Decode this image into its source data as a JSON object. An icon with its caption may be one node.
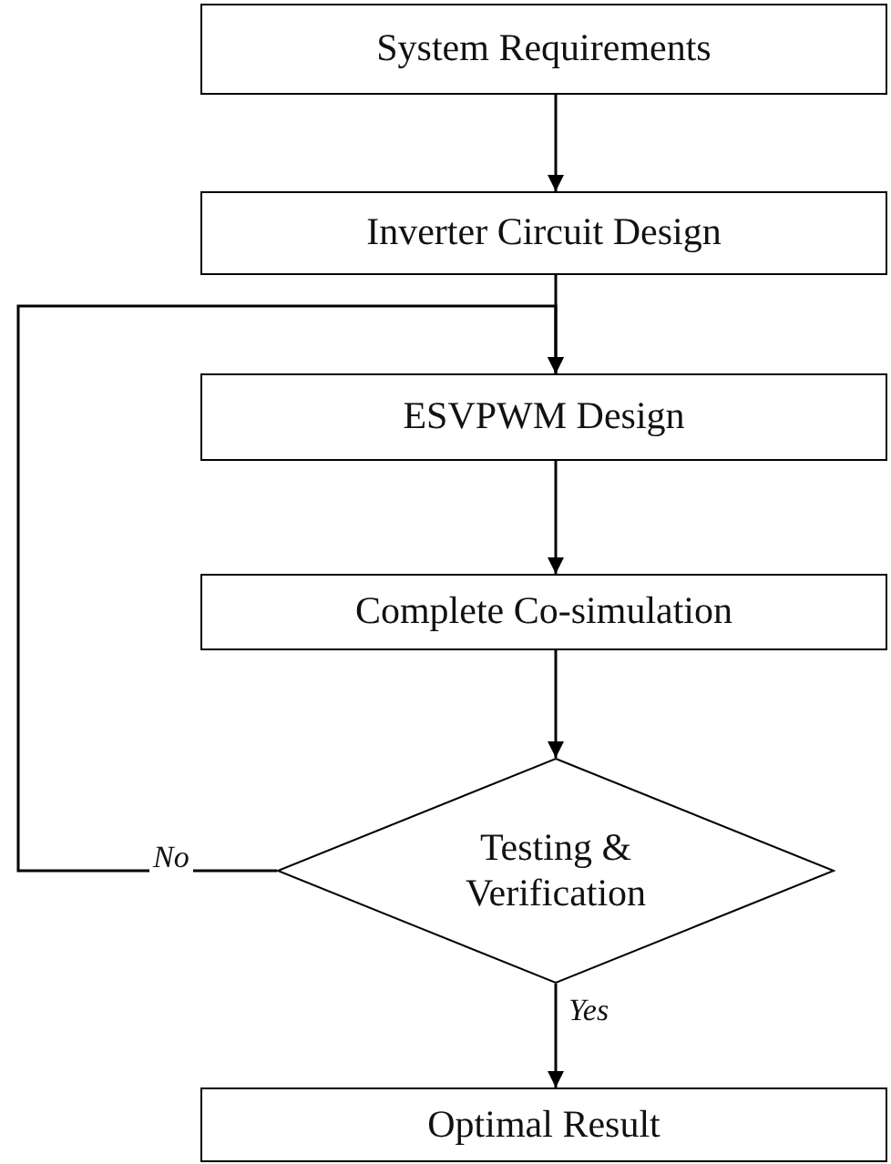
{
  "diagram": {
    "nodes": [
      {
        "text": [
          "System Requirements"
        ]
      },
      {
        "text": [
          "Inverter Circuit Design"
        ]
      },
      {
        "text": [
          "ESVPWM Design"
        ]
      },
      {
        "text": [
          "Complete Co-simulation"
        ]
      },
      {
        "text": [
          "Testing & Verification"
        ]
      },
      {
        "text": [
          "Optimal Result"
        ]
      }
    ],
    "edges": [
      {
        "from": 0,
        "to": 1,
        "arrow": "to"
      },
      {
        "from": 1,
        "to": 2,
        "arrow": "to"
      },
      {
        "from": 2,
        "to": 3,
        "arrow": "to"
      },
      {
        "from": 3,
        "to": 4,
        "arrow": "to"
      },
      {
        "from": 4,
        "to": 5,
        "arrow": "to",
        "label": "Yes"
      },
      {
        "from": 4,
        "to": 2,
        "arrow": "to",
        "label": "No"
      }
    ]
  }
}
